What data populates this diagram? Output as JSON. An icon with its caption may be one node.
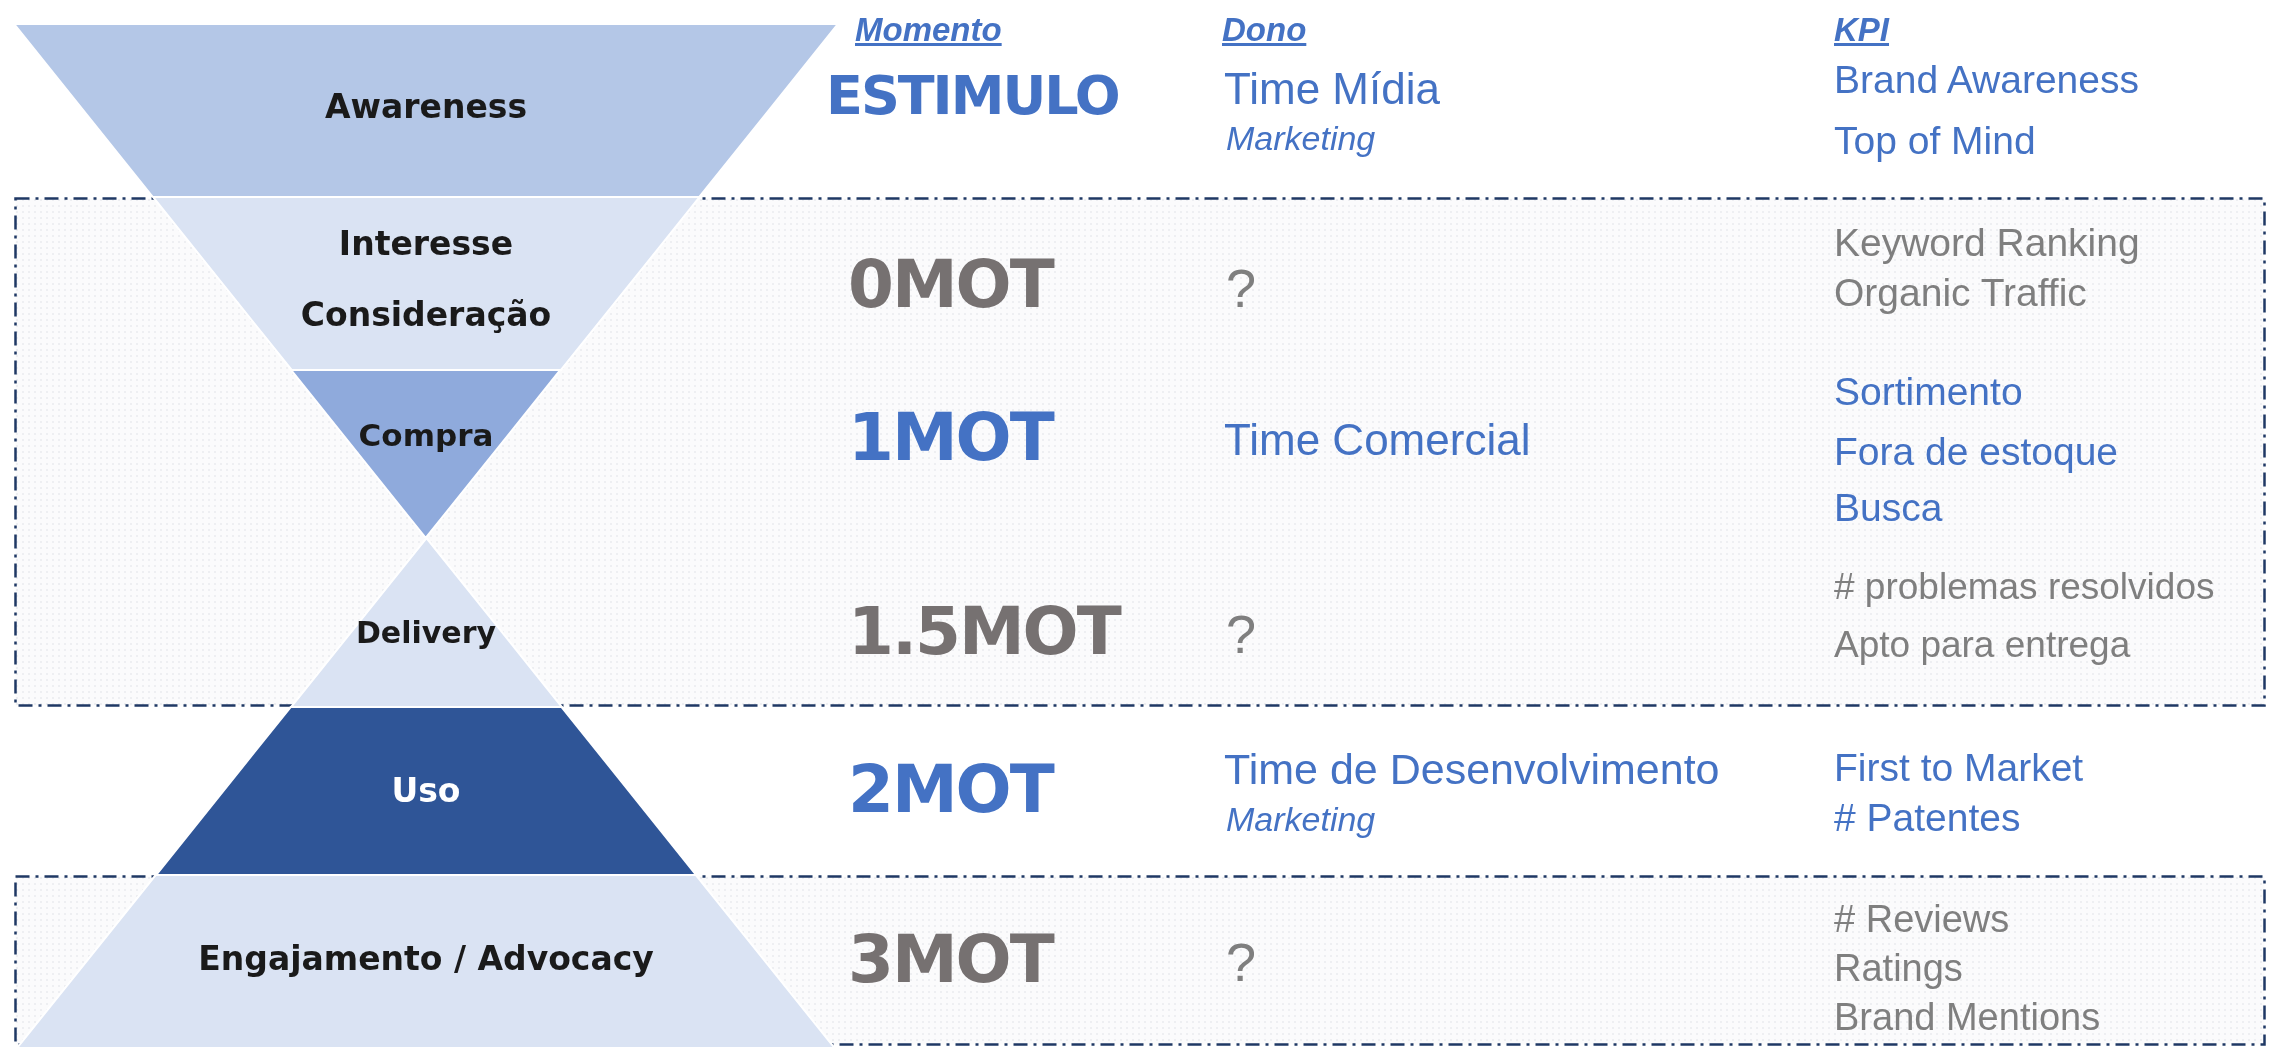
{
  "diagram": {
    "nodes": [
      {
        "text": [
          "Awareness"
        ]
      },
      {
        "text": [],
        "shape": "box"
      },
      {
        "text": [
          "Interesse",
          "Consideração"
        ],
        "in": 1
      },
      {
        "text": [
          "Compra"
        ],
        "in": 1
      },
      {
        "text": [
          "Delivery"
        ],
        "in": 1
      },
      {
        "text": [
          "Uso"
        ]
      },
      {
        "text": [],
        "shape": "box"
      },
      {
        "text": [
          "Engajamento / Advocacy"
        ],
        "in": 6
      }
    ],
    "labels": [
      "Momento",
      "ESTIMULO",
      "Dono",
      "Time Mídia",
      "Marketing",
      "KPI",
      "Brand Awareness",
      "Top of Mind",
      "0MOT",
      "?",
      "Keyword Ranking",
      "Organic Traffic",
      "1MOT",
      "Time Comercial",
      "Sortimento",
      "Fora de estoque",
      "Busca",
      "1.5MOT",
      "?",
      "# problemas resolvidos",
      "Apto para entrega",
      "2MOT",
      "Time de Desenvolvimento",
      "Marketing",
      "First to Market",
      "# Patentes",
      "3MOT",
      "?",
      "# Reviews",
      "Ratings",
      "Brand Mentions"
    ]
  }
}
